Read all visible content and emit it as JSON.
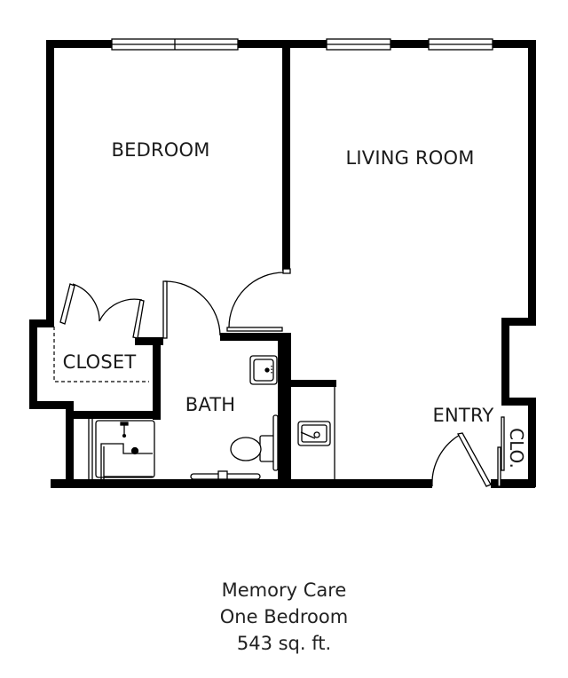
{
  "floorplan": {
    "rooms": [
      {
        "id": "bedroom",
        "label": "BEDROOM"
      },
      {
        "id": "living-room",
        "label": "LIVING ROOM"
      },
      {
        "id": "closet",
        "label": "CLOSET"
      },
      {
        "id": "bath",
        "label": "BATH"
      },
      {
        "id": "entry",
        "label": "ENTRY"
      },
      {
        "id": "entry-closet",
        "label": "CLO."
      }
    ],
    "fixtures": [
      "window",
      "window",
      "window",
      "window",
      "bathroom-sink",
      "toilet",
      "shower",
      "grab-bar",
      "kitchenette-sink"
    ],
    "wall_color": "#000000",
    "background": "#ffffff"
  },
  "caption": {
    "line1": "Memory Care",
    "line2": "One Bedroom",
    "line3": "543 sq. ft."
  }
}
